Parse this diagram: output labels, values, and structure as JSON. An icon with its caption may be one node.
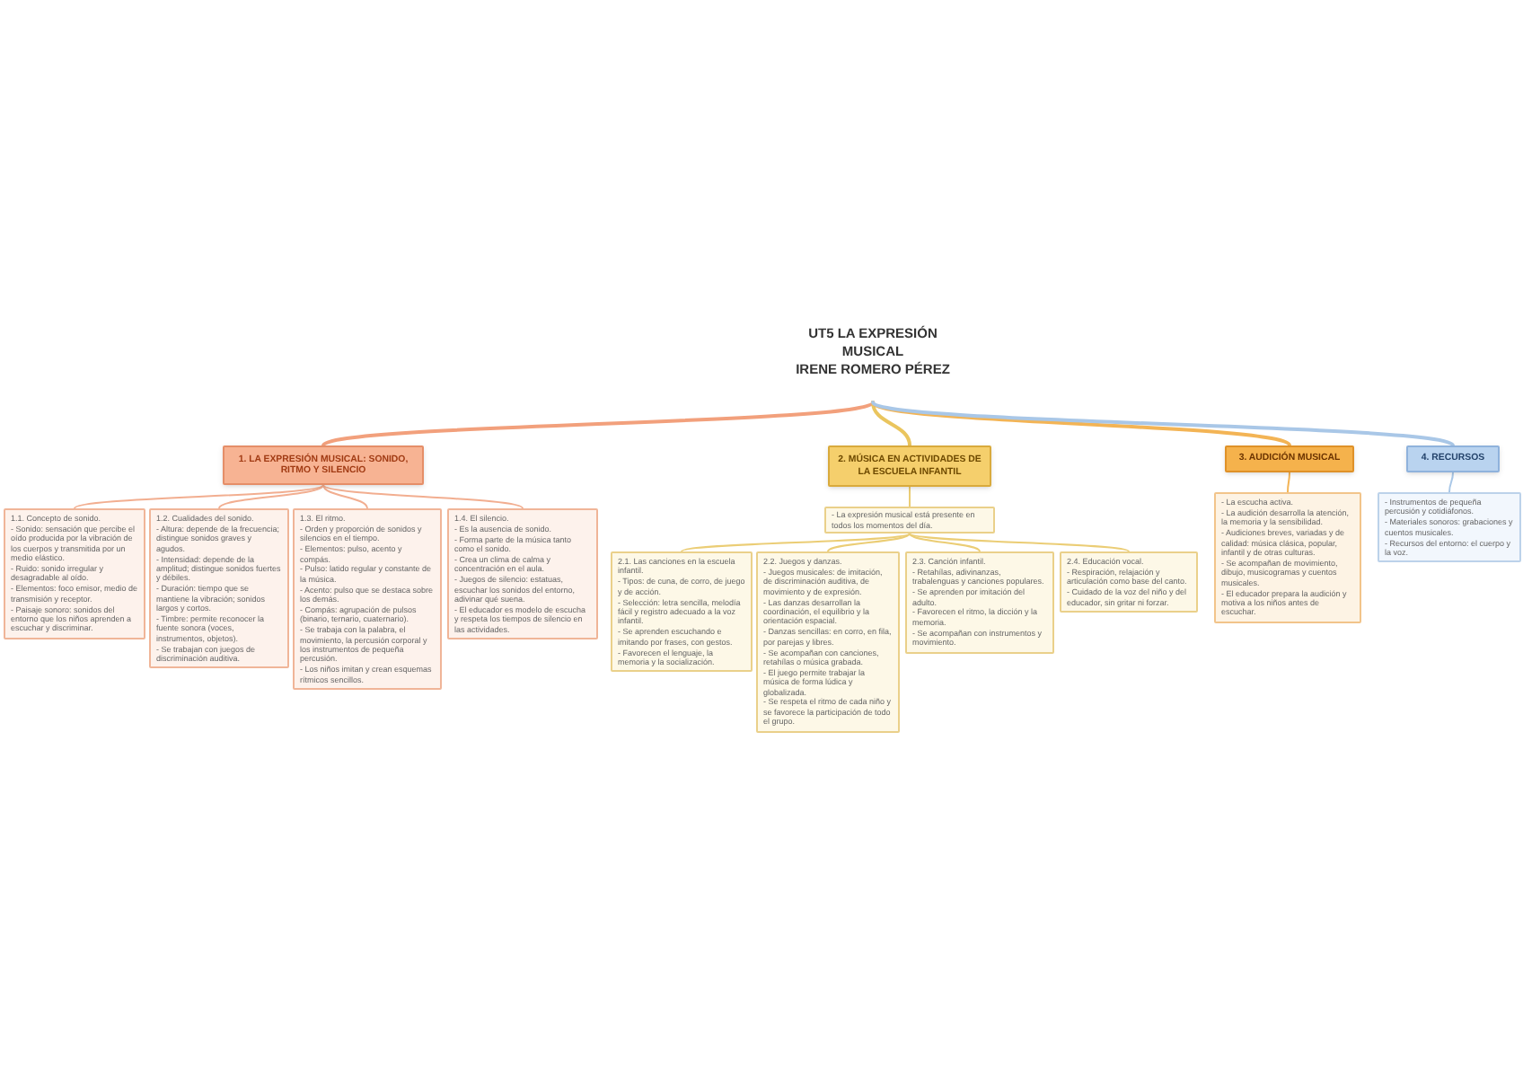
{
  "diagram": {
    "nodes": [
      {
        "text": [
          "UT5 LA EXPRESIÓN MUSICAL",
          "IRENE ROMERO PÉREZ"
        ]
      },
      {
        "text": [
          "1. LA EXPRESIÓN MUSICAL: SONIDO, RITMO Y SILENCIO"
        ]
      },
      {
        "text": [
          "1.1. Concepto de sonido.",
          "- Sonido: sensación que percibe el oído producida por la vibración de los cuerpos y transmitida por un medio elástico.",
          "- Ruido: sonido irregular y desagradable al oído.",
          "- Elementos: foco emisor, medio de transmisión y receptor.",
          "- Paisaje sonoro: sonidos del entorno que los niños aprenden a escuchar y discriminar."
        ]
      },
      {
        "text": [
          "1.2. Cualidades del sonido.",
          "- Altura: depende de la frecuencia; distingue sonidos graves y agudos.",
          "- Intensidad: depende de la amplitud; distingue sonidos fuertes y débiles.",
          "- Duración: tiempo que se mantiene la vibración; sonidos largos y cortos.",
          "- Timbre: permite reconocer la fuente sonora (voces, instrumentos, objetos).",
          "- Se trabajan con juegos de discriminación auditiva."
        ]
      },
      {
        "text": [
          "1.3. El ritmo.",
          "- Orden y proporción de sonidos y silencios en el tiempo.",
          "- Elementos: pulso, acento y compás.",
          "- Pulso: latido regular y constante de la música.",
          "- Acento: pulso que se destaca sobre los demás.",
          "- Compás: agrupación de pulsos (binario, ternario, cuaternario).",
          "- Se trabaja con la palabra, el movimiento, la percusión corporal y los instrumentos de pequeña percusión.",
          "- Los niños imitan y crean esquemas rítmicos sencillos."
        ]
      },
      {
        "text": [
          "1.4. El silencio.",
          "- Es la ausencia de sonido.",
          "- Forma parte de la música tanto como el sonido.",
          "- Crea un clima de calma y concentración en el aula.",
          "- Juegos de silencio: estatuas, escuchar los sonidos del entorno, adivinar qué suena.",
          "- El educador es modelo de escucha y respeta los tiempos de silencio en las actividades."
        ]
      },
      {
        "text": [
          "2. MÚSICA EN ACTIVIDADES DE LA ESCUELA INFANTIL"
        ]
      },
      {
        "text": [
          "- La expresión musical está presente en todos los momentos del día."
        ]
      },
      {
        "text": [
          "2.1. Las canciones en la escuela infantil.",
          "- Tipos: de cuna, de corro, de juego y de acción.",
          "- Selección: letra sencilla, melodía fácil y registro adecuado a la voz infantil.",
          "- Se aprenden escuchando e imitando por frases, con gestos.",
          "- Favorecen el lenguaje, la memoria y la socialización."
        ]
      },
      {
        "text": [
          "2.2. Juegos y danzas.",
          "- Juegos musicales: de imitación, de discriminación auditiva, de movimiento y de expresión.",
          "- Las danzas desarrollan la coordinación, el equilibrio y la orientación espacial.",
          "- Danzas sencillas: en corro, en fila, por parejas y libres.",
          "- Se acompañan con canciones, retahílas o música grabada.",
          "- El juego permite trabajar la música de forma lúdica y globalizada.",
          "- Se respeta el ritmo de cada niño y se favorece la participación de todo el grupo."
        ]
      },
      {
        "text": [
          "2.3. Canción infantil.",
          "- Retahílas, adivinanzas, trabalenguas y canciones populares.",
          "- Se aprenden por imitación del adulto.",
          "- Favorecen el ritmo, la dicción y la memoria.",
          "- Se acompañan con instrumentos y movimiento."
        ]
      },
      {
        "text": [
          "2.4. Educación vocal.",
          "- Respiración, relajación y articulación como base del canto.",
          "- Cuidado de la voz del niño y del educador, sin gritar ni forzar."
        ]
      },
      {
        "text": [
          "3. AUDICIÓN MUSICAL"
        ]
      },
      {
        "text": [
          "- La escucha activa.",
          "- La audición desarrolla la atención, la memoria y la sensibilidad.",
          "- Audiciones breves, variadas y de calidad: música clásica, popular, infantil y de otras culturas.",
          "- Se acompañan de movimiento, dibujo, musicogramas y cuentos musicales.",
          "- El educador prepara la audición y motiva a los niños antes de escuchar."
        ]
      },
      {
        "text": [
          "4. RECURSOS"
        ]
      },
      {
        "text": [
          "- Instrumentos de pequeña percusión y cotidiáfonos.",
          "- Materiales sonoros: grabaciones y cuentos musicales.",
          "- Recursos del entorno: el cuerpo y la voz."
        ]
      }
    ],
    "edges": [
      {
        "from": 0,
        "to": 1,
        "arrow": "none",
        "color": "#f2a07c"
      },
      {
        "from": 0,
        "to": 6,
        "arrow": "none",
        "color": "#eac55e"
      },
      {
        "from": 0,
        "to": 12,
        "arrow": "none",
        "color": "#f3b455"
      },
      {
        "from": 0,
        "to": 14,
        "arrow": "none",
        "color": "#a9c7e7"
      },
      {
        "from": 1,
        "to": 2,
        "arrow": "none",
        "color": "#f2ae90"
      },
      {
        "from": 1,
        "to": 3,
        "arrow": "none",
        "color": "#f2ae90"
      },
      {
        "from": 1,
        "to": 4,
        "arrow": "none",
        "color": "#f2ae90"
      },
      {
        "from": 1,
        "to": 5,
        "arrow": "none",
        "color": "#f2ae90"
      },
      {
        "from": 6,
        "to": 7,
        "arrow": "none",
        "color": "#ebcd75"
      },
      {
        "from": 7,
        "to": 8,
        "arrow": "none",
        "color": "#ebcd75"
      },
      {
        "from": 7,
        "to": 9,
        "arrow": "none",
        "color": "#ebcd75"
      },
      {
        "from": 7,
        "to": 10,
        "arrow": "none",
        "color": "#ebcd75"
      },
      {
        "from": 7,
        "to": 11,
        "arrow": "none",
        "color": "#ebcd75"
      },
      {
        "from": 12,
        "to": 13,
        "arrow": "none",
        "color": "#f3b455"
      },
      {
        "from": 14,
        "to": 15,
        "arrow": "none",
        "color": "#a9c7e7"
      }
    ]
  }
}
